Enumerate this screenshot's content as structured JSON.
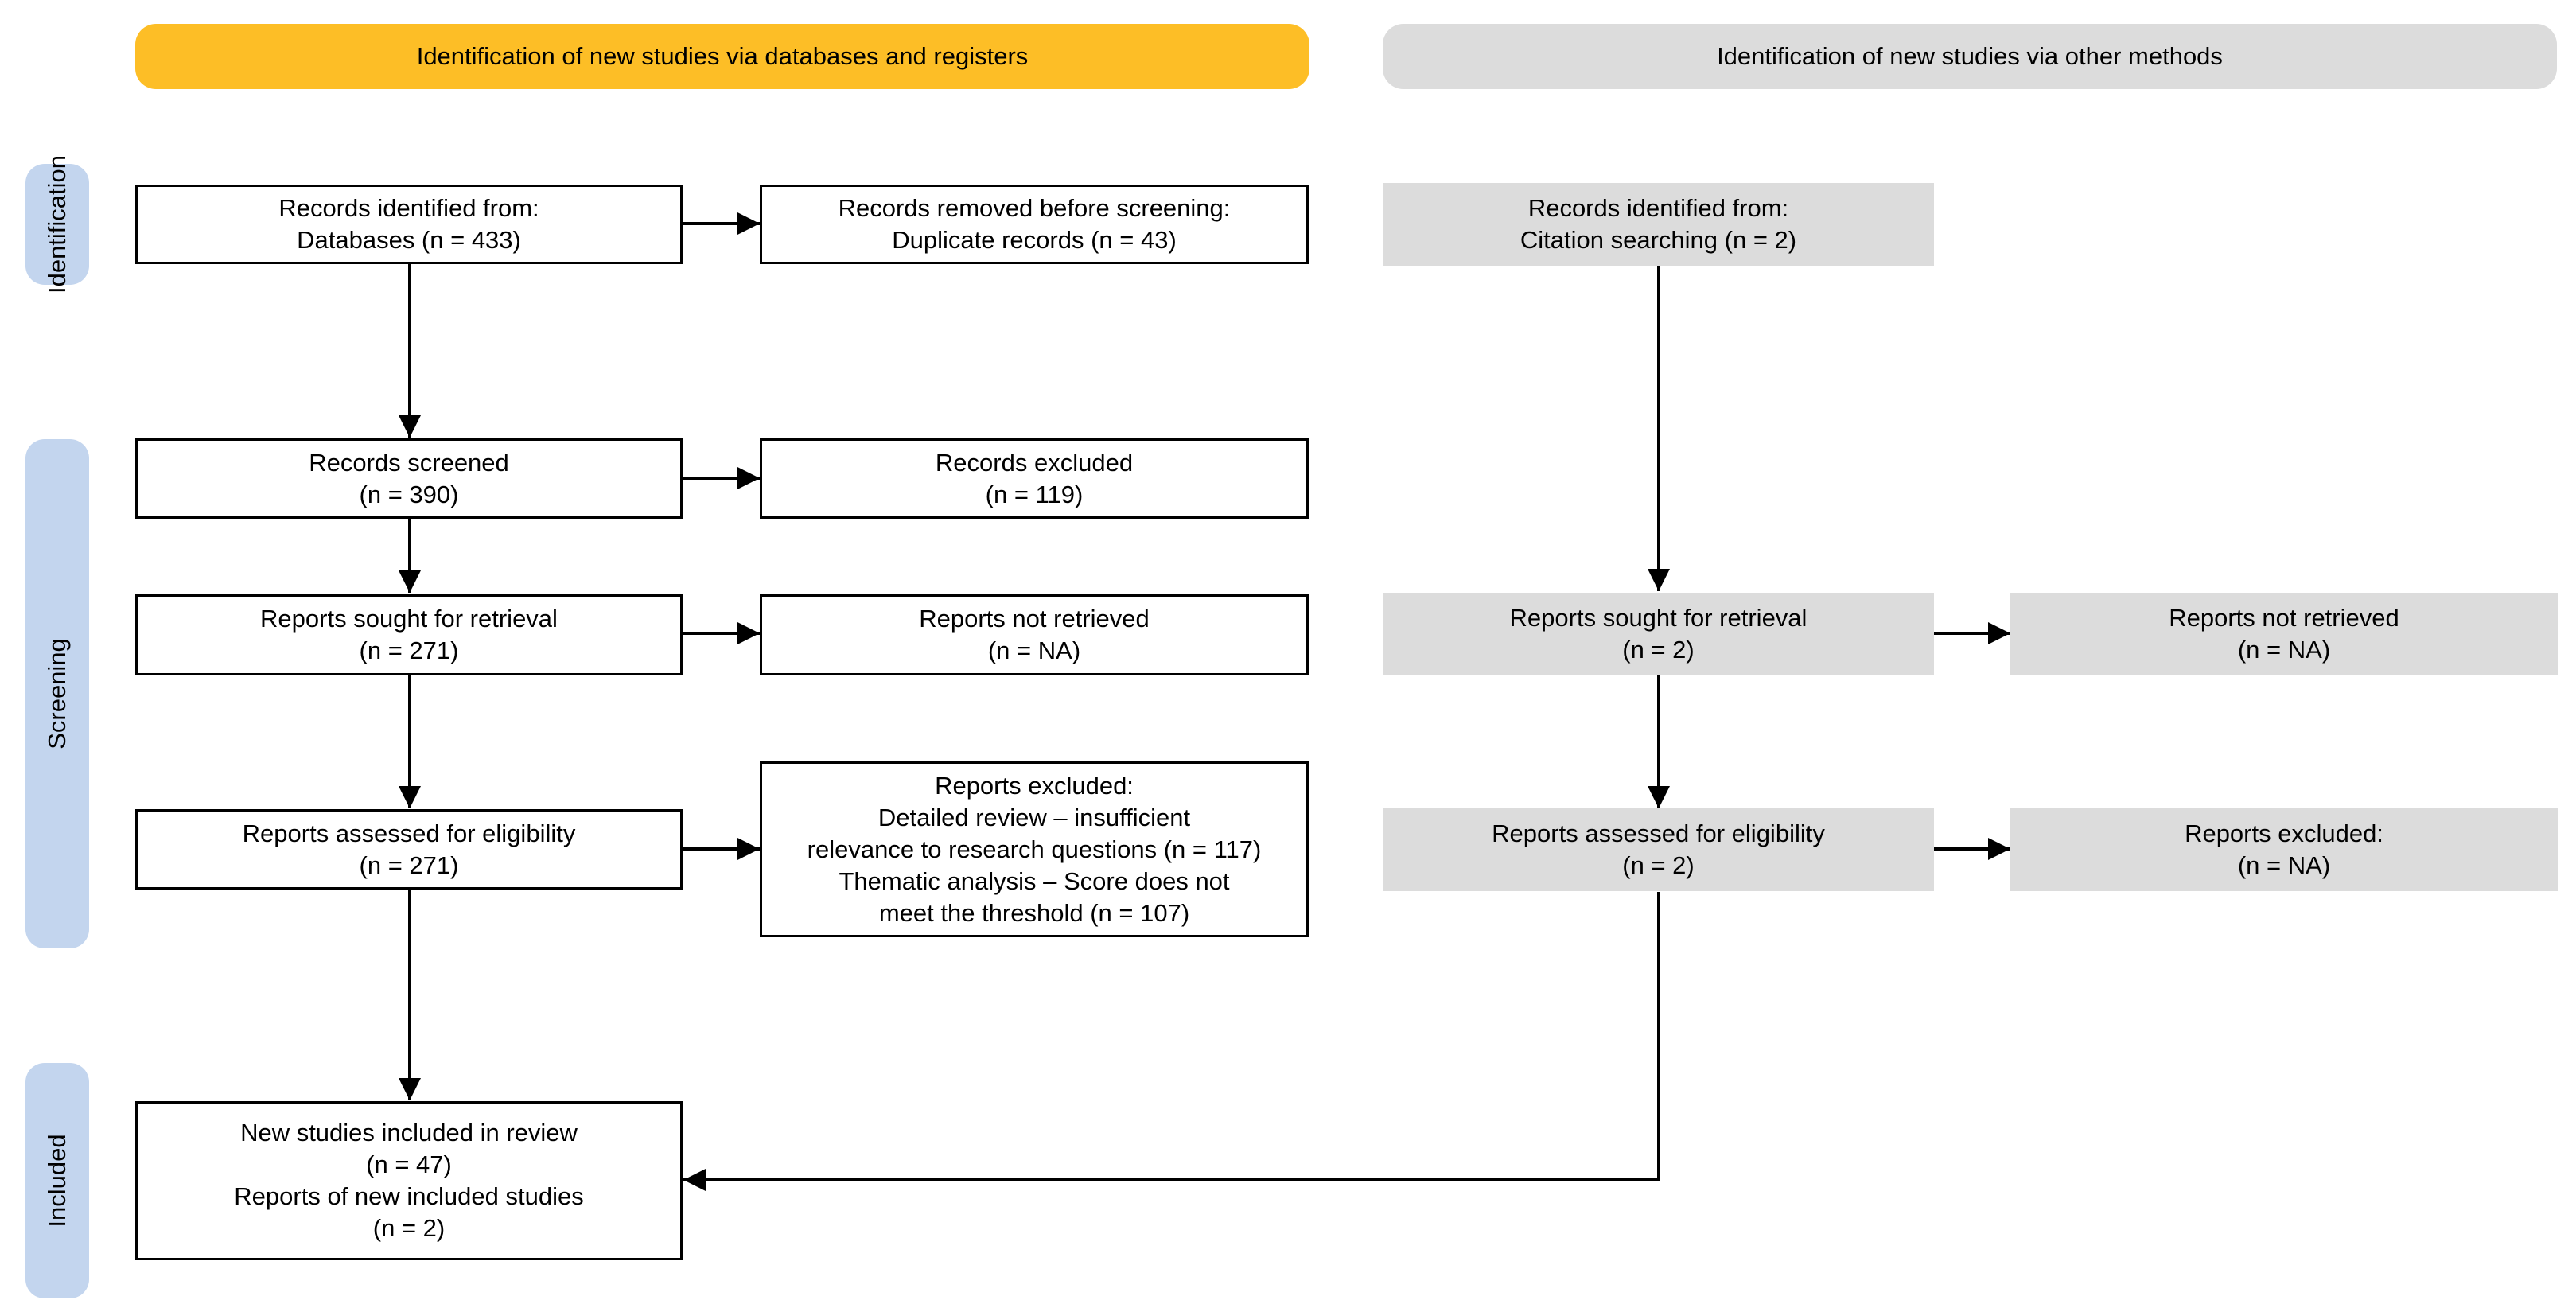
{
  "headers": {
    "databases": "Identification of new studies via databases and registers",
    "other": "Identification of new studies via other methods"
  },
  "phases": {
    "identification": "Identification",
    "screening": "Screening",
    "included": "Included"
  },
  "boxes": {
    "records_identified_db": [
      "Records identified from:",
      "Databases (n = 433)"
    ],
    "records_removed": [
      "Records removed before screening:",
      "Duplicate records (n = 43)"
    ],
    "records_screened": [
      "Records screened",
      "(n = 390)"
    ],
    "records_excluded": [
      "Records excluded",
      "(n = 119)"
    ],
    "reports_sought_db": [
      "Reports sought for retrieval",
      "(n = 271)"
    ],
    "reports_not_retrieved_db": [
      "Reports not retrieved",
      "(n = NA)"
    ],
    "reports_assessed_db": [
      "Reports assessed for eligibility",
      "(n = 271)"
    ],
    "reports_excluded_db": [
      "Reports excluded:",
      "Detailed review – insufficient",
      "relevance to research questions (n = 117)",
      "Thematic analysis – Score does not",
      "meet the threshold (n = 107)"
    ],
    "included": [
      "New studies included in review",
      "(n = 47)",
      "Reports of new included studies",
      "(n = 2)"
    ],
    "records_identified_other": [
      "Records identified from:",
      "Citation searching (n = 2)"
    ],
    "reports_sought_other": [
      "Reports sought for retrieval",
      "(n = 2)"
    ],
    "reports_not_retrieved_other": [
      "Reports not retrieved",
      "(n = NA)"
    ],
    "reports_assessed_other": [
      "Reports assessed for eligibility",
      "(n = 2)"
    ],
    "reports_excluded_other": [
      "Reports excluded:",
      "(n = NA)"
    ]
  },
  "colors": {
    "header_databases": "#FDBE26",
    "header_other": "#DCDCDC",
    "phase": "#C3D5EE",
    "grey_box": "#DCDCDC"
  }
}
